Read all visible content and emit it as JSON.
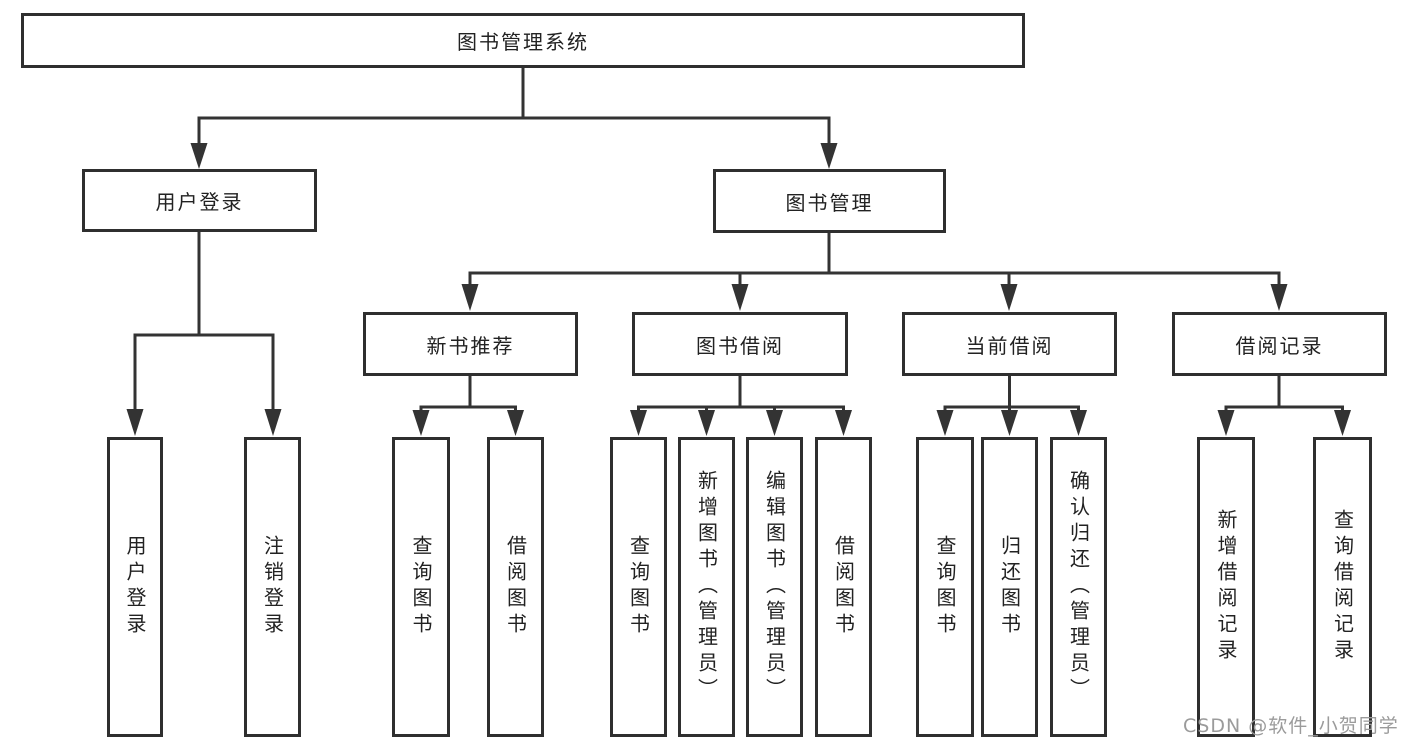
{
  "tree": {
    "label": "图书管理系统",
    "children": [
      {
        "label": "用户登录",
        "children": [
          {
            "label": "用户登录"
          },
          {
            "label": "注销登录"
          }
        ]
      },
      {
        "label": "图书管理",
        "children": [
          {
            "label": "新书推荐",
            "children": [
              {
                "label": "查询图书"
              },
              {
                "label": "借阅图书"
              }
            ]
          },
          {
            "label": "图书借阅",
            "children": [
              {
                "label": "查询图书"
              },
              {
                "label": "新增图书（管理员）"
              },
              {
                "label": "编辑图书（管理员）"
              },
              {
                "label": "借阅图书"
              }
            ]
          },
          {
            "label": "当前借阅",
            "children": [
              {
                "label": "查询图书"
              },
              {
                "label": "归还图书"
              },
              {
                "label": "确认归还（管理员）"
              }
            ]
          },
          {
            "label": "借阅记录",
            "children": [
              {
                "label": "新增借阅记录"
              },
              {
                "label": "查询借阅记录"
              }
            ]
          }
        ]
      }
    ]
  },
  "watermark": {
    "text": "CSDN @软件_小贺同学"
  },
  "colors": {
    "line": "#333333",
    "box_border": "#2f2f2f",
    "text": "#222222",
    "watermark": "#9b9b9b",
    "background": "#ffffff"
  }
}
